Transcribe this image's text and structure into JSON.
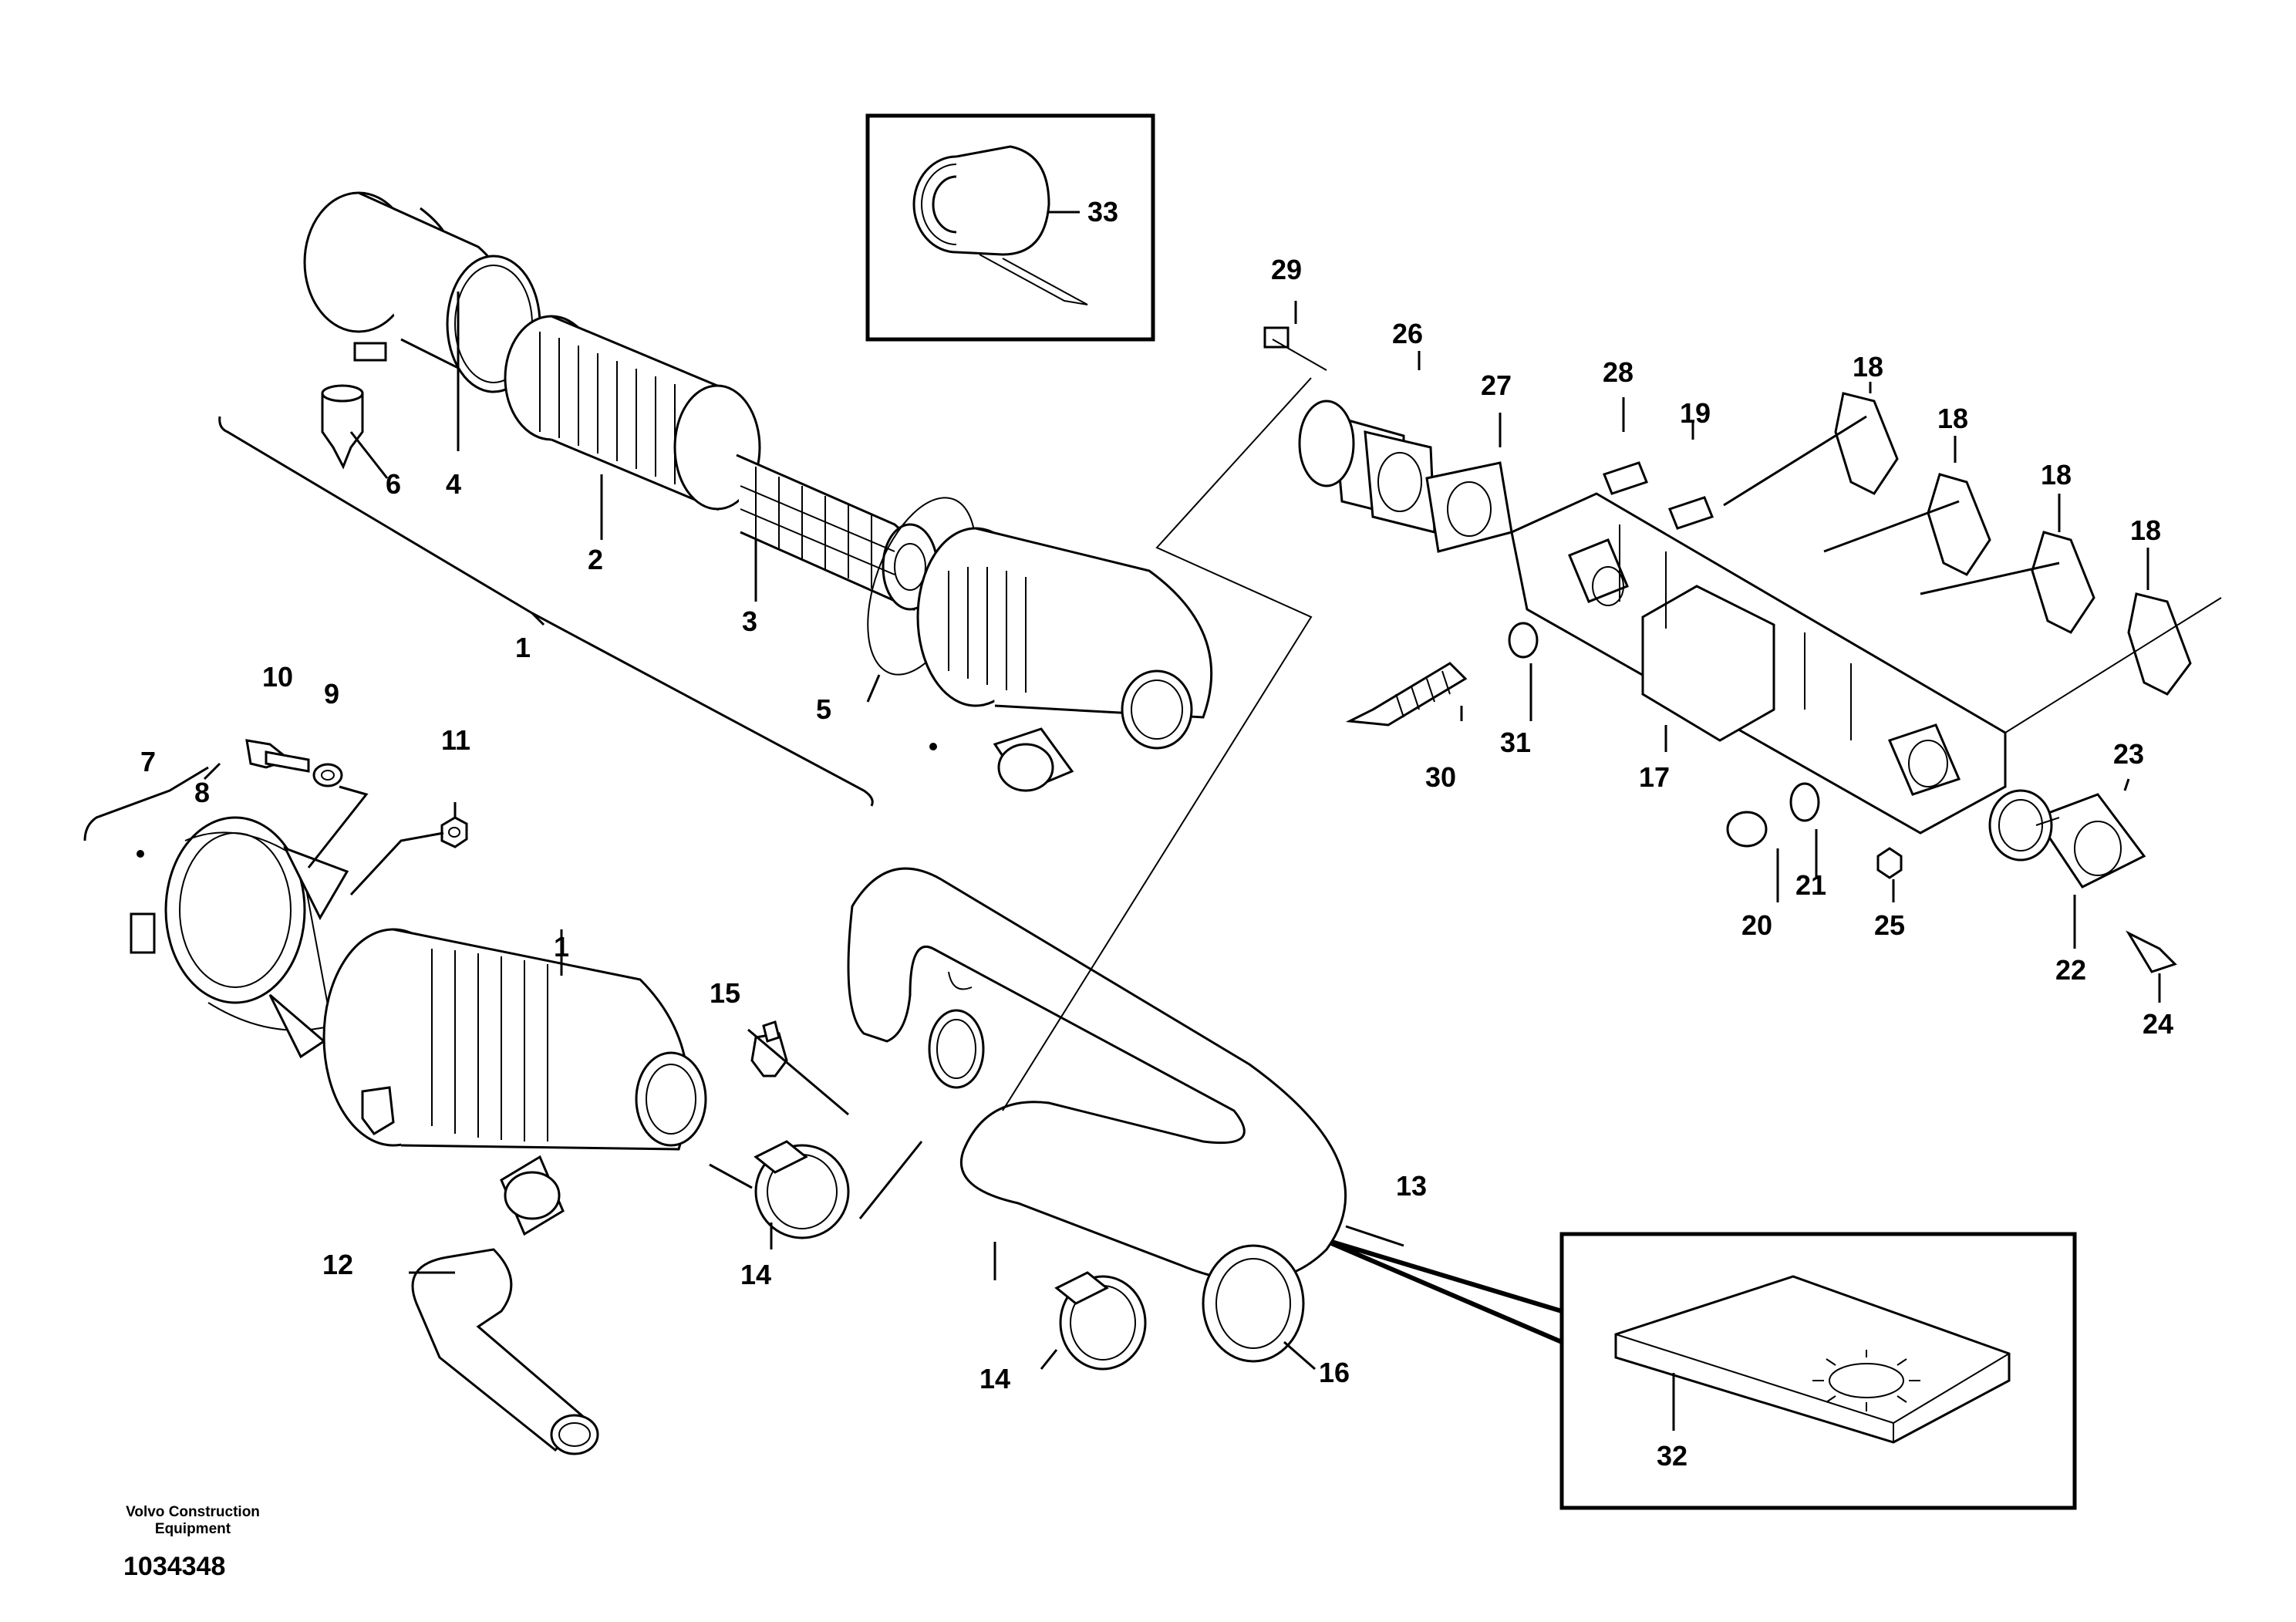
{
  "footer": {
    "company_line1": "Volvo Construction",
    "company_line2": "Equipment",
    "drawing_number": "1034348"
  },
  "callouts": [
    "1",
    "1",
    "2",
    "3",
    "4",
    "5",
    "6",
    "7",
    "8",
    "9",
    "10",
    "11",
    "12",
    "13",
    "14",
    "14",
    "15",
    "16",
    "17",
    "18",
    "18",
    "18",
    "18",
    "19",
    "20",
    "21",
    "22",
    "23",
    "24",
    "25",
    "26",
    "27",
    "28",
    "29",
    "30",
    "31",
    "32",
    "33"
  ]
}
